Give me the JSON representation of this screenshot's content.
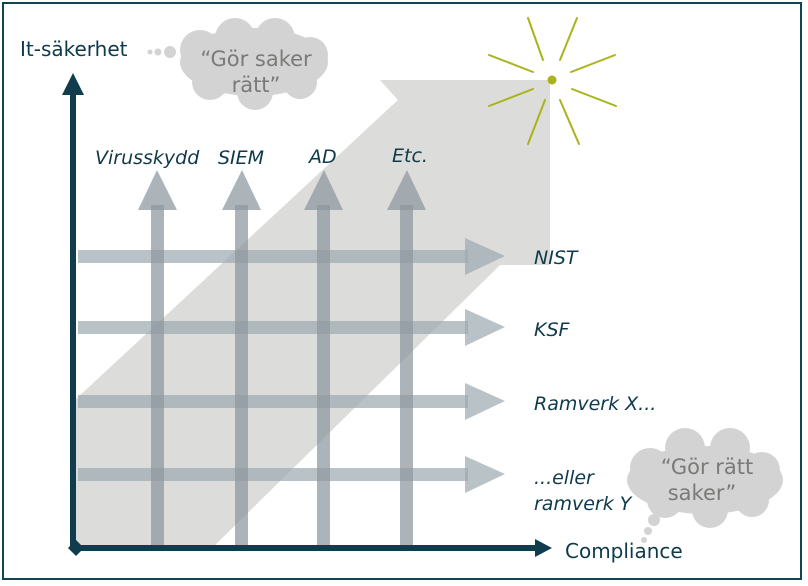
{
  "axes": {
    "y_label": "It-säkerhet",
    "x_label": "Compliance"
  },
  "vertical_arrows": [
    {
      "label": "Virusskydd"
    },
    {
      "label": "SIEM"
    },
    {
      "label": "AD"
    },
    {
      "label": "Etc."
    }
  ],
  "horizontal_arrows": [
    {
      "label": "NIST"
    },
    {
      "label": "KSF"
    },
    {
      "label": "Ramverk X..."
    },
    {
      "label_line1": "...eller",
      "label_line2": "ramverk Y"
    }
  ],
  "thought_bubbles": {
    "top": {
      "line1": "“Gör saker",
      "line2": "rätt”"
    },
    "bottom": {
      "line1": "“Gör rätt",
      "line2": "saker”"
    }
  },
  "colors": {
    "axis": "#0f3d4d",
    "big_arrow": "#dcdcda",
    "grid_arrow": "#9aa6ad",
    "sun": "#a8b418",
    "cloud": "#d3d3d3",
    "label": "#0f3a4a"
  }
}
